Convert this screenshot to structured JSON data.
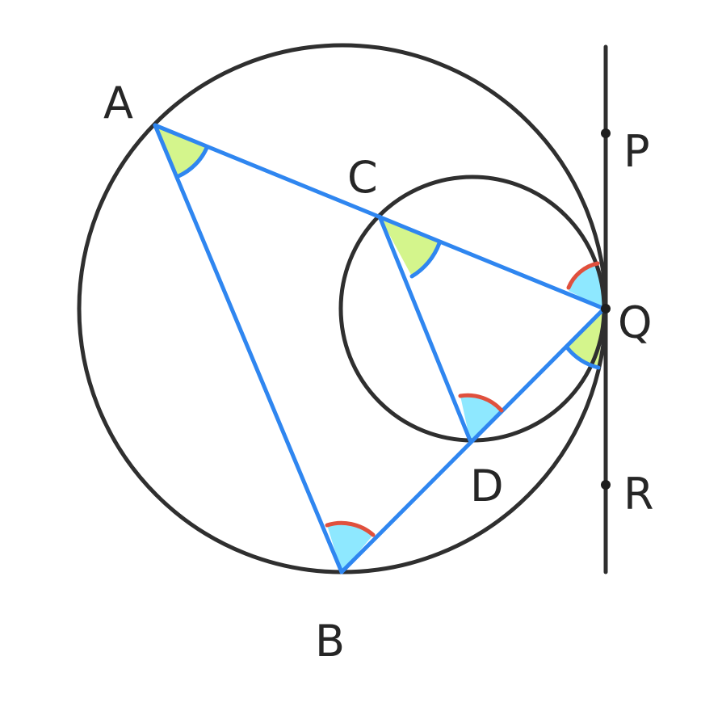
{
  "labels": {
    "A": "A",
    "B": "B",
    "C": "C",
    "D": "D",
    "P": "P",
    "Q": "Q",
    "R": "R"
  },
  "colors": {
    "circle": "#2f2f2f",
    "segment": "#2f86f0",
    "angle_fill_green": "#d4f58c",
    "angle_fill_blue": "#8ee8ff",
    "angle_arc_red": "#e0503d",
    "point": "#1e1e1e"
  }
}
